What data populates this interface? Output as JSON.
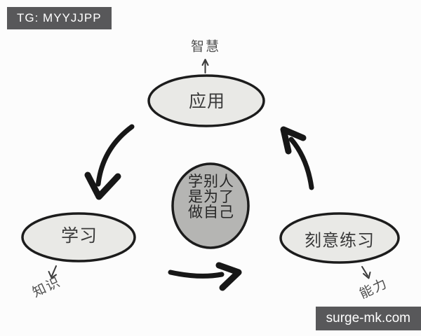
{
  "badges": {
    "telegram": "TG: MYYJJPP",
    "website": "surge-mk.com"
  },
  "diagram": {
    "title_hint": "learning cycle diagram",
    "center_circle": {
      "line1": "学别人",
      "line2": "是为了",
      "line3": "做自己"
    },
    "nodes": [
      {
        "id": "apply",
        "label": "应用",
        "outer_label": "智慧"
      },
      {
        "id": "learn",
        "label": "学习",
        "outer_label": "知识"
      },
      {
        "id": "practice",
        "label": "刻意练习",
        "outer_label": "能力"
      }
    ],
    "colors": {
      "node_fill": "#e9e9e6",
      "center_fill": "#b5b5b3",
      "outline": "#1c1c1c",
      "arrow": "#171717",
      "small_arrow": "#3a3a3a",
      "badge_bg": "#58585a",
      "badge_text": "#ffffff",
      "background": "#fcfcfc"
    }
  }
}
